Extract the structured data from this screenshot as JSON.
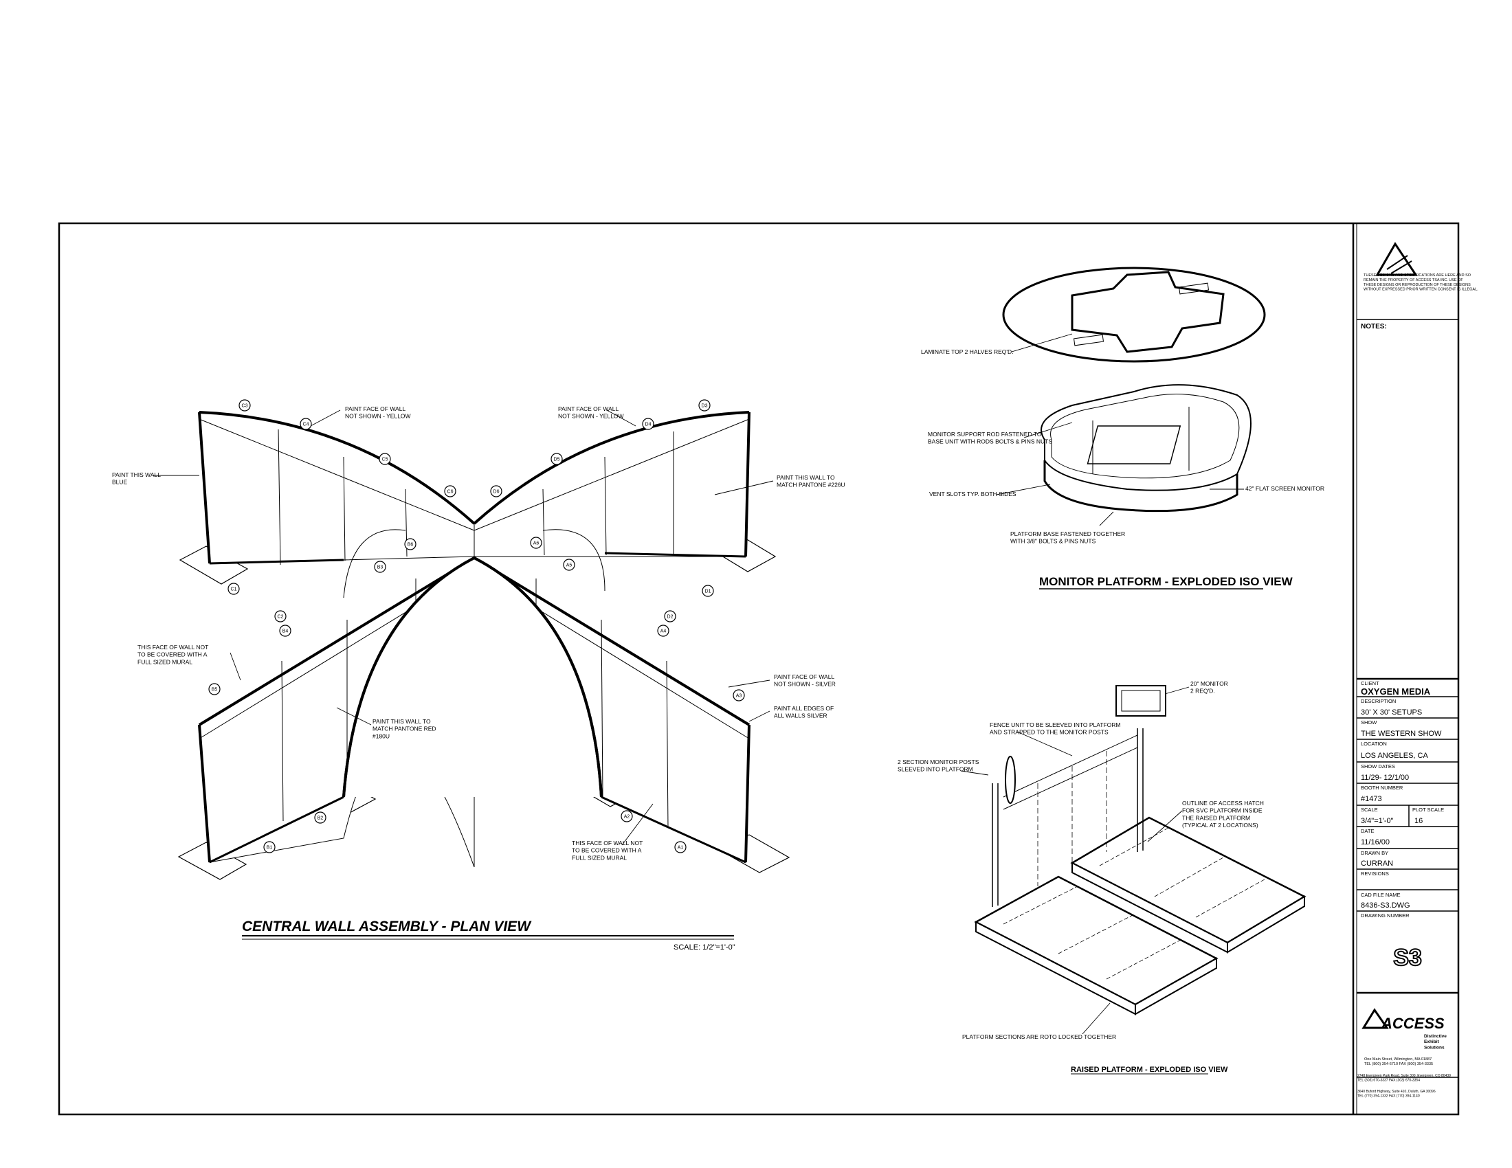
{
  "wall_assembly": {
    "title": "CENTRAL WALL ASSEMBLY - PLAN VIEW",
    "scale": "SCALE: 1/2\"=1'-0\"",
    "notes": {
      "paint_blue": "PAINT THIS WALL\nBLUE",
      "paint_face_yellow_left": "PAINT FACE OF WALL\nNOT SHOWN - YELLOW",
      "paint_face_yellow_right": "PAINT FACE OF WALL\nNOT SHOWN - YELLOW",
      "paint_pantone_right": "PAINT THIS WALL TO\nMATCH PANTONE #226U",
      "mural_left": "THIS FACE OF WALL NOT\nTO BE COVERED WITH A\nFULL SIZED MURAL",
      "paint_pantone_red": "PAINT THIS WALL TO\nMATCH PANTONE RED\n#180U",
      "paint_silver": "PAINT FACE OF WALL\nNOT SHOWN - SILVER",
      "paint_edges_silver": "PAINT ALL EDGES OF\nALL WALLS SILVER",
      "mural_bottom": "THIS FACE OF WALL NOT\nTO BE COVERED WITH A\nFULL SIZED MURAL"
    },
    "bubbles": [
      "C3",
      "C4",
      "C5",
      "C6",
      "D6",
      "D5",
      "D4",
      "D3",
      "C1",
      "C2",
      "B4",
      "B5",
      "B6",
      "A6",
      "A5",
      "D1",
      "D2",
      "A4",
      "A3",
      "B3",
      "B2",
      "B1",
      "A2",
      "A1"
    ]
  },
  "monitor_platform": {
    "title": "MONITOR PLATFORM - EXPLODED ISO VIEW",
    "notes": {
      "laminate": "LAMINATE TOP 2 HALVES REQ'D.",
      "support_rod": "MONITOR SUPPORT ROD FASTENED TO\nBASE UNIT WITH RODS BOLTS & PINS NUTS",
      "flat_screen": "42\" FLAT SCREEN MONITOR",
      "vent_slots": "VENT SLOTS TYP. BOTH SIDES",
      "base_fastened": "PLATFORM BASE FASTENED TOGETHER\nWITH 3/8\" BOLTS & PINS NUTS"
    }
  },
  "raised_platform": {
    "title": "RAISED PLATFORM - EXPLODED ISO VIEW",
    "notes": {
      "monitor_20": "20\" MONITOR\n2 REQ'D.",
      "fence": "FENCE UNIT TO BE SLEEVED INTO PLATFORM\nAND STRAPPED TO THE MONITOR POSTS",
      "posts": "2 SECTION MONITOR POSTS\nSLEEVED INTO PLATFORM",
      "outline": "OUTLINE OF ACCESS HATCH\nFOR SVC PLATFORM INSIDE\nTHE RAISED PLATFORM\n(TYPICAL AT 2 LOCATIONS)",
      "sections": "PLATFORM SECTIONS ARE ROTO LOCKED TOGETHER"
    }
  },
  "title_block": {
    "disclaimer": "THESE DESIGNS AND SPECIFICATIONS ARE HERE AND SO\nREMAIN THE PROPERTY OF ACCESS TSA INC. USE OF\nTHESE DESIGNS OR REPRODUCTION OF THESE DESIGNS\nWITHOUT EXPRESSED PRIOR WRITTEN CONSENT IS ILLEGAL.",
    "notes_label": "NOTES:",
    "client_label": "CLIENT",
    "client": "OXYGEN MEDIA",
    "description_label": "DESCRIPTION",
    "description": "30' X 30' SETUPS",
    "show_label": "SHOW",
    "show": "THE WESTERN SHOW",
    "location_label": "LOCATION",
    "location": "LOS ANGELES, CA",
    "show_dates_label": "SHOW DATES",
    "show_dates": "11/29- 12/1/00",
    "booth_label": "BOOTH NUMBER",
    "booth": "#1473",
    "scale_label": "SCALE",
    "scale": "3/4\"=1'-0\"",
    "plot_scale_label": "PLOT SCALE",
    "plot_scale": "16",
    "date_label": "DATE",
    "date": "11/16/00",
    "drawn_by_label": "DRAWN BY",
    "drawn_by": "CURRAN",
    "revisions_label": "REVISIONS",
    "cad_label": "CAD FILE NAME",
    "cad": "8436-S3.DWG",
    "drawing_number_label": "DRAWING NUMBER",
    "drawing_number": "S3",
    "logo": "ACCESS",
    "tagline": "Distinctive\nExhibit\nSolutions",
    "address1": "One Main Street, Wilmington, MA 01887\nTEL (800) 354-6710  FAX (800) 354-3335",
    "address2": "2748 Evergreen Park Road, Suite 300, Evergreen, CO 80439\nTEL (303) 670-3337  FAX (303) 670-3354",
    "address3": "3640 Buford Highway, Suite 410, Duluth, GA 30096\nTEL (770) 394-1332  FAX (770) 394-1140"
  }
}
